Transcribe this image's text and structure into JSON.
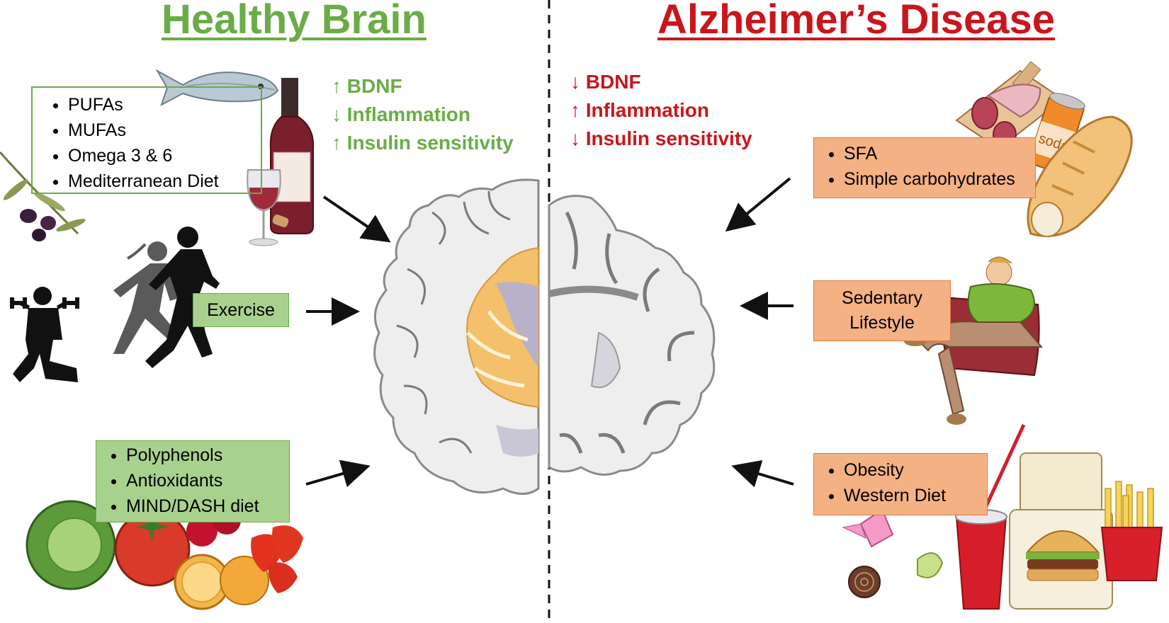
{
  "colors": {
    "healthy": "#6aac47",
    "alzheimer": "#c8161d",
    "green_box_fill": "#a9d18e",
    "orange_box_fill": "#f4b183",
    "brain_fill": "#eeeeee",
    "brain_stroke": "#8a8a8a"
  },
  "healthy": {
    "title": "Healthy Brain",
    "effects": [
      "↑ BDNF",
      "↓ Inflammation",
      "↑ Insulin sensitivity"
    ],
    "diet_box": {
      "items": [
        "PUFAs",
        "MUFAs",
        "Omega 3 & 6",
        "Mediterranean Diet"
      ]
    },
    "exercise_box": {
      "label": "Exercise"
    },
    "plant_box": {
      "items": [
        "Polyphenols",
        "Antioxidants",
        "MIND/DASH diet"
      ]
    }
  },
  "alzheimers": {
    "title": "Alzheimer’s Disease",
    "effects": [
      "↓ BDNF",
      "↑ Inflammation",
      "↓ Insulin sensitivity"
    ],
    "diet_box": {
      "items": [
        "SFA",
        "Simple carbohydrates"
      ]
    },
    "lifestyle_box": {
      "lines": [
        "Sedentary",
        "Lifestyle"
      ]
    },
    "obesity_box": {
      "items": [
        "Obesity",
        "Western Diet"
      ]
    }
  },
  "illustrations": {
    "left": [
      "fish-icon",
      "wine-bottle-icon",
      "wine-glass-icon",
      "olive-branch-icon",
      "dumbbell-woman-icon",
      "runners-icon",
      "vegetables-fruits-icon"
    ],
    "right": [
      "salami-board-icon",
      "soda-can-icon",
      "bread-icon",
      "sitting-man-icon",
      "candy-icon",
      "soft-drink-icon",
      "burger-icon",
      "fries-icon"
    ],
    "center": "brain-cross-section-icon"
  },
  "soda_can_text": "soda"
}
